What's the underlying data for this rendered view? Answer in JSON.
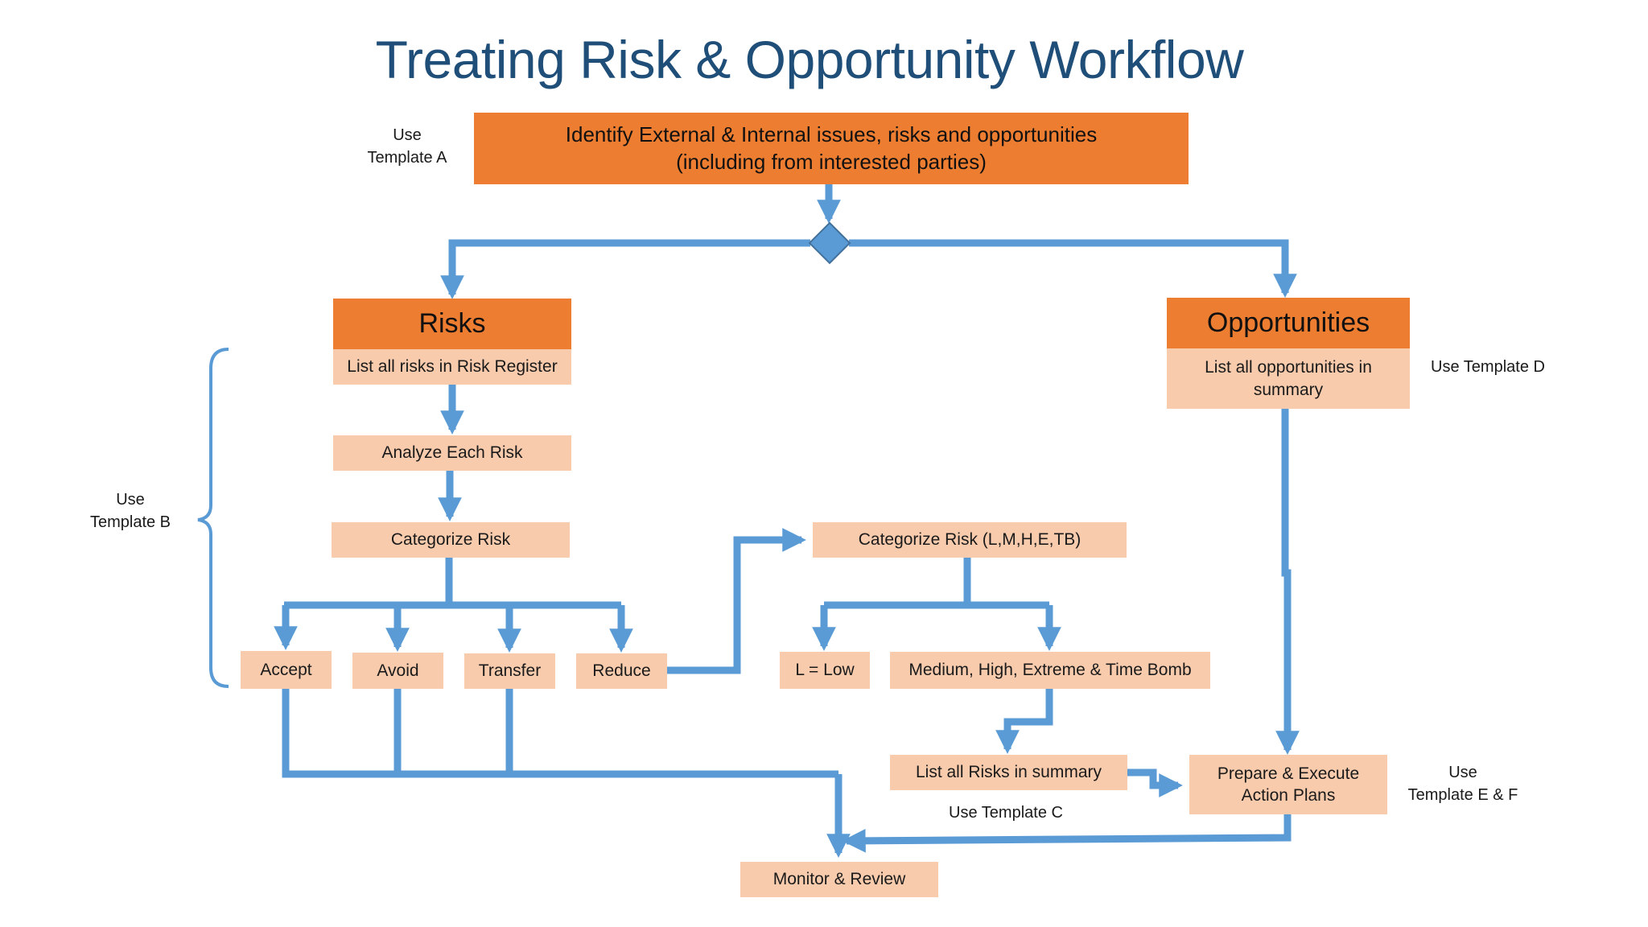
{
  "title": "Treating Risk & Opportunity Workflow",
  "nodes": {
    "identify": "Identify External & Internal issues, risks and opportunities\n(including from interested parties)",
    "risks": "Risks",
    "list_risks_register": "List all risks in Risk Register",
    "analyze": "Analyze Each Risk",
    "categorize": "Categorize Risk",
    "accept": "Accept",
    "avoid": "Avoid",
    "transfer": "Transfer",
    "reduce": "Reduce",
    "categorize_lmh": "Categorize Risk (L,M,H,E,TB)",
    "low": "L = Low",
    "mhe": "Medium, High, Extreme & Time Bomb",
    "list_summary": "List all Risks in summary",
    "opportunities": "Opportunities",
    "list_opps": "List all opportunities  in\nsummary",
    "prepare": "Prepare & Execute\nAction Plans",
    "monitor": "Monitor & Review"
  },
  "notes": {
    "template_a": "Use\nTemplate A",
    "template_b": "Use\nTemplate B",
    "template_c": "Use Template C",
    "template_d": "Use Template D",
    "template_ef": "Use\nTemplate E & F"
  },
  "colors": {
    "dark_box": "#ed7d31",
    "light_box": "#f8cbad",
    "connector": "#5b9bd5",
    "title": "#1f4e79"
  }
}
